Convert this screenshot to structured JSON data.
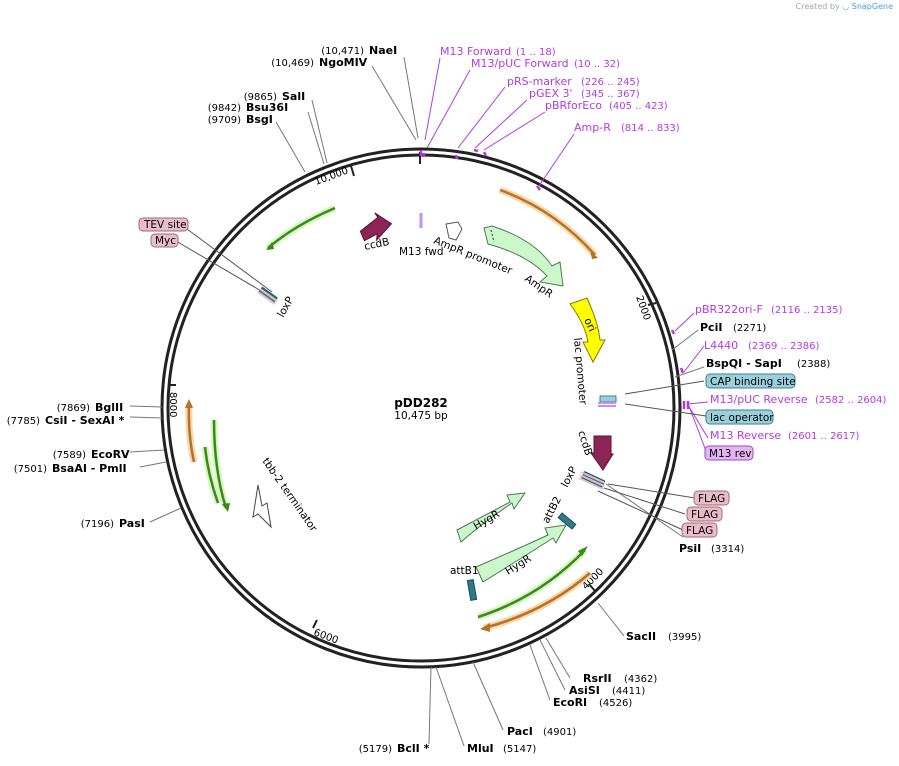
{
  "credit": {
    "prefix": "Created by",
    "brand": "SnapGene"
  },
  "plasmid": {
    "name": "pDD282",
    "length_label": "10,475 bp"
  },
  "ticks": [
    "10,000",
    "2000",
    "4000",
    "6000",
    "8000"
  ],
  "sites": [
    {
      "id": "naei",
      "pos": "(10,471)",
      "name": "NaeI"
    },
    {
      "id": "ngomiv",
      "pos": "(10,469)",
      "name": "NgoMIV"
    },
    {
      "id": "sali",
      "pos": "(9865)",
      "name": "SalI"
    },
    {
      "id": "bsu36i",
      "pos": "(9842)",
      "name": "Bsu36I"
    },
    {
      "id": "bsgi",
      "pos": "(9709)",
      "name": "BsgI"
    },
    {
      "id": "pcii",
      "pos": "(2271)",
      "name": "PciI"
    },
    {
      "id": "bspqi",
      "pos": "(2388)",
      "name": "BspQI - SapI"
    },
    {
      "id": "psii",
      "pos": "(3314)",
      "name": "PsiI"
    },
    {
      "id": "sacii",
      "pos": "(3995)",
      "name": "SacII"
    },
    {
      "id": "rsrii",
      "pos": "(4362)",
      "name": "RsrII"
    },
    {
      "id": "asisi",
      "pos": "(4411)",
      "name": "AsiSI"
    },
    {
      "id": "ecori",
      "pos": "(4526)",
      "name": "EcoRI"
    },
    {
      "id": "paci",
      "pos": "(4901)",
      "name": "PacI"
    },
    {
      "id": "mlui",
      "pos": "(5147)",
      "name": "MluI"
    },
    {
      "id": "bcli",
      "pos": "(5179)",
      "name": "BclI *"
    },
    {
      "id": "pasi",
      "pos": "(7196)",
      "name": "PasI"
    },
    {
      "id": "bsaai",
      "pos": "(7501)",
      "name": "BsaAI - PmlI"
    },
    {
      "id": "ecorv",
      "pos": "(7589)",
      "name": "EcoRV"
    },
    {
      "id": "csii",
      "pos": "(7785)",
      "name": "CsiI - SexAI *"
    },
    {
      "id": "bglii",
      "pos": "(7869)",
      "name": "BglII"
    }
  ],
  "primers": [
    {
      "id": "m13f",
      "name": "M13 Forward",
      "range": "(1 .. 18)"
    },
    {
      "id": "m13puc",
      "name": "M13/pUC Forward",
      "range": "(10 .. 32)"
    },
    {
      "id": "prs",
      "name": "pRS-marker",
      "range": "(226 .. 245)"
    },
    {
      "id": "pgex",
      "name": "pGEX 3'",
      "range": "(345 .. 367)"
    },
    {
      "id": "pbrfor",
      "name": "pBRforEco",
      "range": "(405 .. 423)"
    },
    {
      "id": "ampr",
      "name": "Amp-R",
      "range": "(814 .. 833)"
    },
    {
      "id": "pbr322",
      "name": "pBR322ori-F",
      "range": "(2116 .. 2135)"
    },
    {
      "id": "l4440",
      "name": "L4440",
      "range": "(2369 .. 2386)"
    },
    {
      "id": "m13pucrev",
      "name": "M13/pUC Reverse",
      "range": "(2582 .. 2604)"
    },
    {
      "id": "m13rev",
      "name": "M13 Reverse",
      "range": "(2601 .. 2617)"
    }
  ],
  "boxes": [
    {
      "id": "tev",
      "label": "TEV site",
      "fill": "#e8bcc8",
      "stroke": "#a06a78"
    },
    {
      "id": "myc",
      "label": "Myc",
      "fill": "#e8bcc8",
      "stroke": "#a06a78"
    },
    {
      "id": "cap",
      "label": "CAP binding site",
      "fill": "#9ccfdc",
      "stroke": "#3a7f92"
    },
    {
      "id": "lacop",
      "label": "lac operator",
      "fill": "#9ccfdc",
      "stroke": "#3a7f92"
    },
    {
      "id": "m13revbox",
      "label": "M13 rev",
      "fill": "#e3b5f2",
      "stroke": "#9a4bc0"
    },
    {
      "id": "flag1",
      "label": "FLAG",
      "fill": "#e8bcc8",
      "stroke": "#a06a78"
    },
    {
      "id": "flag2",
      "label": "FLAG",
      "fill": "#e8bcc8",
      "stroke": "#a06a78"
    },
    {
      "id": "flag3",
      "label": "FLAG",
      "fill": "#e8bcc8",
      "stroke": "#a06a78"
    }
  ],
  "features": {
    "ccdb_top": "ccdB",
    "m13fwd": "M13 fwd",
    "ampr_promoter": "AmpR promoter",
    "ampr": "AmpR",
    "ori": "ori",
    "lac_promoter": "lac promoter",
    "ccdb_right": "ccdB",
    "loxp_right": "loxP",
    "attb2": "attB2",
    "hygr1": "HygR",
    "hygr2": "HygR",
    "attb1": "attB1",
    "tbb2": "tbb-2 terminator",
    "loxp_left": "loxP"
  },
  "colors": {
    "primer": "#b43ae0",
    "cds": "#ccf7cc",
    "ccdb": "#8d2456",
    "ori": "#ffff00",
    "orf_green": "#3a8a16",
    "orf_orange": "#b8702a",
    "backbone": "#222222"
  }
}
